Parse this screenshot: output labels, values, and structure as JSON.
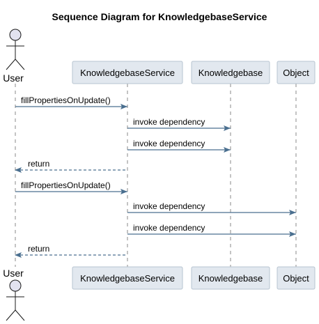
{
  "title": "Sequence Diagram for KnowledgebaseService",
  "colors": {
    "arrow": "#4a6f8f",
    "box_fill": "#e2e8ef",
    "box_stroke": "#b7c4d0",
    "lifeline": "#888888"
  },
  "participants": [
    {
      "id": "user",
      "label": "User",
      "kind": "actor"
    },
    {
      "id": "ks",
      "label": "KnowledgebaseService",
      "kind": "participant"
    },
    {
      "id": "kb",
      "label": "Knowledgebase",
      "kind": "participant"
    },
    {
      "id": "obj",
      "label": "Object",
      "kind": "participant"
    }
  ],
  "messages": [
    {
      "from": "user",
      "to": "ks",
      "label": "fillPropertiesOnUpdate()",
      "style": "solid"
    },
    {
      "from": "ks",
      "to": "kb",
      "label": "invoke dependency",
      "style": "solid"
    },
    {
      "from": "ks",
      "to": "kb",
      "label": "invoke dependency",
      "style": "solid"
    },
    {
      "from": "ks",
      "to": "user",
      "label": "return",
      "style": "dashed"
    },
    {
      "from": "user",
      "to": "ks",
      "label": "fillPropertiesOnUpdate()",
      "style": "solid"
    },
    {
      "from": "ks",
      "to": "obj",
      "label": "invoke dependency",
      "style": "solid"
    },
    {
      "from": "ks",
      "to": "obj",
      "label": "invoke dependency",
      "style": "solid"
    },
    {
      "from": "ks",
      "to": "user",
      "label": "return",
      "style": "dashed"
    }
  ]
}
